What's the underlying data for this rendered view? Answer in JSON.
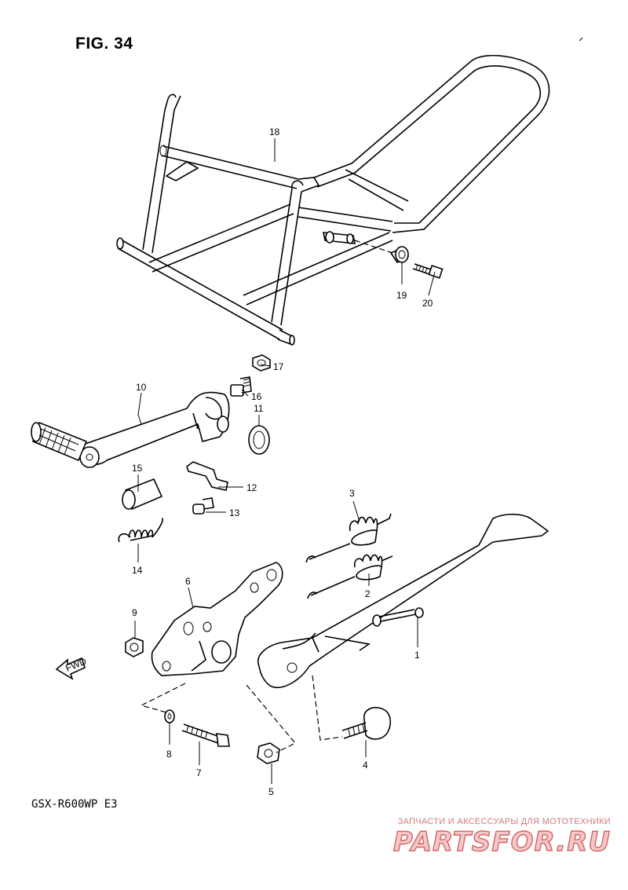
{
  "figure_title": "FIG. 34",
  "model_code": "GSX-R600WP E3",
  "fwd_label": "FWD",
  "callouts": {
    "p1": "1",
    "p2": "2",
    "p3": "3",
    "p4": "4",
    "p5": "5",
    "p6": "6",
    "p7": "7",
    "p8": "8",
    "p9": "9",
    "p10": "10",
    "p11": "11",
    "p12": "12",
    "p13": "13",
    "p14": "14",
    "p15": "15",
    "p16": "16",
    "p17": "17",
    "p18": "18",
    "p19": "19",
    "p20": "20"
  },
  "watermark": {
    "caption": "ЗАПЧАСТИ И АКСЕССУАРЫ ДЛЯ МОТОТЕХНИКИ",
    "brand": "PARTSFOR.RU"
  },
  "colors": {
    "ink": "#000000",
    "watermark": "#d66464"
  }
}
